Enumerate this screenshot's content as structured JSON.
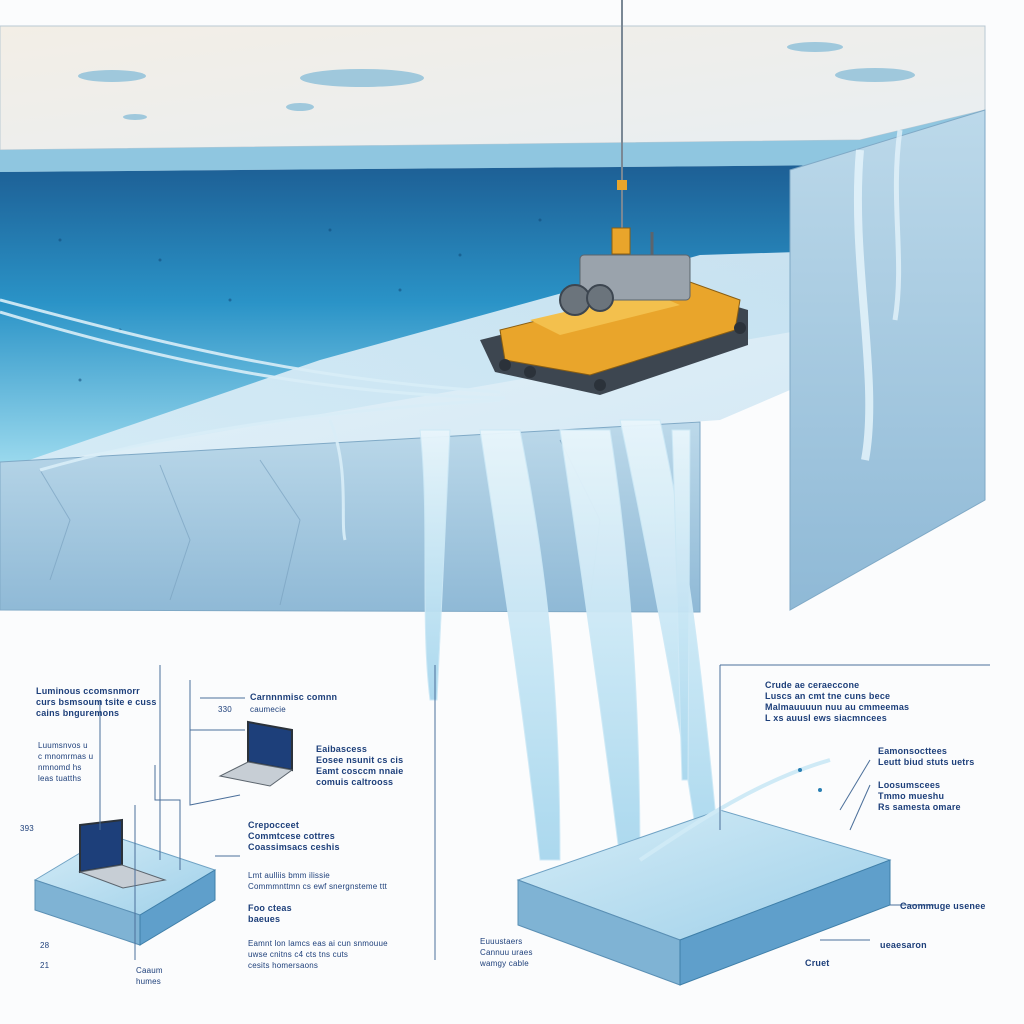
{
  "colors": {
    "ice_surface": "#eef3f5",
    "ice_wall": "#a9cbe0",
    "water_deep": "#1c6fa6",
    "water_light": "#8fd3ea",
    "rover_body": "#e9a52b",
    "rover_machinery": "#9aa3ac",
    "label_ink": "#1d3f7a"
  },
  "icons": [
    "rover-icon",
    "laptop-icon",
    "tether-cable",
    "ice-block"
  ],
  "labels": {
    "left_col_1": "Luminous ccomsnmorr\ncurs bsmsoum tsite e cuss\ncains bnguremons",
    "left_col_2": "Luumsnvos u\nc mnomrmas u\nnmnomd hs\nleas tuatths",
    "left_num_1": "393",
    "left_num_2": "28",
    "left_num_3": "21",
    "laptop_top_title": "Carnnnmisc comnn",
    "laptop_top_sub": "caumecie",
    "laptop_top_num": "330",
    "mid_col_1": "Eaibascess\nEosee nsunit cs cis\nEamt cosccm nnaie\ncomuis caltrooss",
    "mid_col_2": "Crepocceet\nCommtcese cottres\nCoassimsacs ceshis",
    "mid_col_3": "Lmt aulliis bmm ilissie\nCommmnttmn cs ewf snergnsteme ttt",
    "mid_col_4": "Foo cteas\nbaeues",
    "mid_col_5": "Eamnt lon lamcs eas ai cun snmouue\nuwse cnitns c4 cts tns cuts\ncesits homersaons",
    "bottom_left": "Caaum\nhumes",
    "right_col_1": "Crude ae ceraeccone\nLuscs an cmt tne cuns bece\nMalmauuuun nuu au cmmeemas\nL xs auusl ews siacmncees",
    "right_col_2": "Eamonsocttees\nLeutt biud stuts uetrs",
    "right_col_3": "Loosumscees\nTmmo mueshu\nRs samesta omare",
    "right_col_4": "Caommuge usenee",
    "right_col_5": "ueaesaron",
    "right_col_6": "Cruet",
    "bottom_mid": "Euuustaers\nCannuu uraes\nwamgy cable"
  }
}
